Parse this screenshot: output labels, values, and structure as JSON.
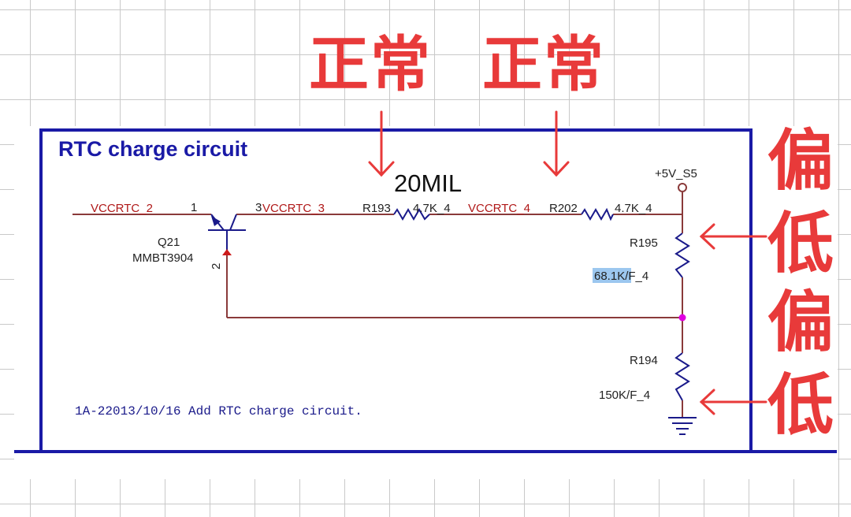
{
  "schematic": {
    "title": "RTC charge circuit",
    "trace_width": "20MIL",
    "power_rail": "+5V_S5",
    "nets": {
      "in": "VCCRTC_2",
      "mid": "VCCRTC_3",
      "out": "VCCRTC_4"
    },
    "transistor": {
      "ref": "Q21",
      "part": "MMBT3904",
      "pin_base": "2",
      "pin_collector": "1",
      "pin_emitter": "3"
    },
    "resistors": {
      "r193": {
        "ref": "R193",
        "value": "4.7K_4"
      },
      "r202": {
        "ref": "R202",
        "value": "4.7K_4"
      },
      "r195": {
        "ref": "R195",
        "value_highlight": "68.1K",
        "value_rest": "/F_4"
      },
      "r194": {
        "ref": "R194",
        "value": "150K/F_4"
      }
    },
    "note": "1A-22013/10/16 Add RTC charge circuit."
  },
  "annotations": {
    "normal_left": "正常",
    "normal_right": "正常",
    "low_top_1": "偏",
    "low_top_2": "低",
    "low_bottom_1": "偏",
    "low_bottom_2": "低"
  },
  "colors": {
    "frame": "#1a1aa6",
    "net_label": "#b01818",
    "wire": "#8a3a3a",
    "component": "#1a1a8a",
    "annotation": "#e83a3a",
    "highlight": "#9cc7ef",
    "junction": "#e000e0"
  }
}
